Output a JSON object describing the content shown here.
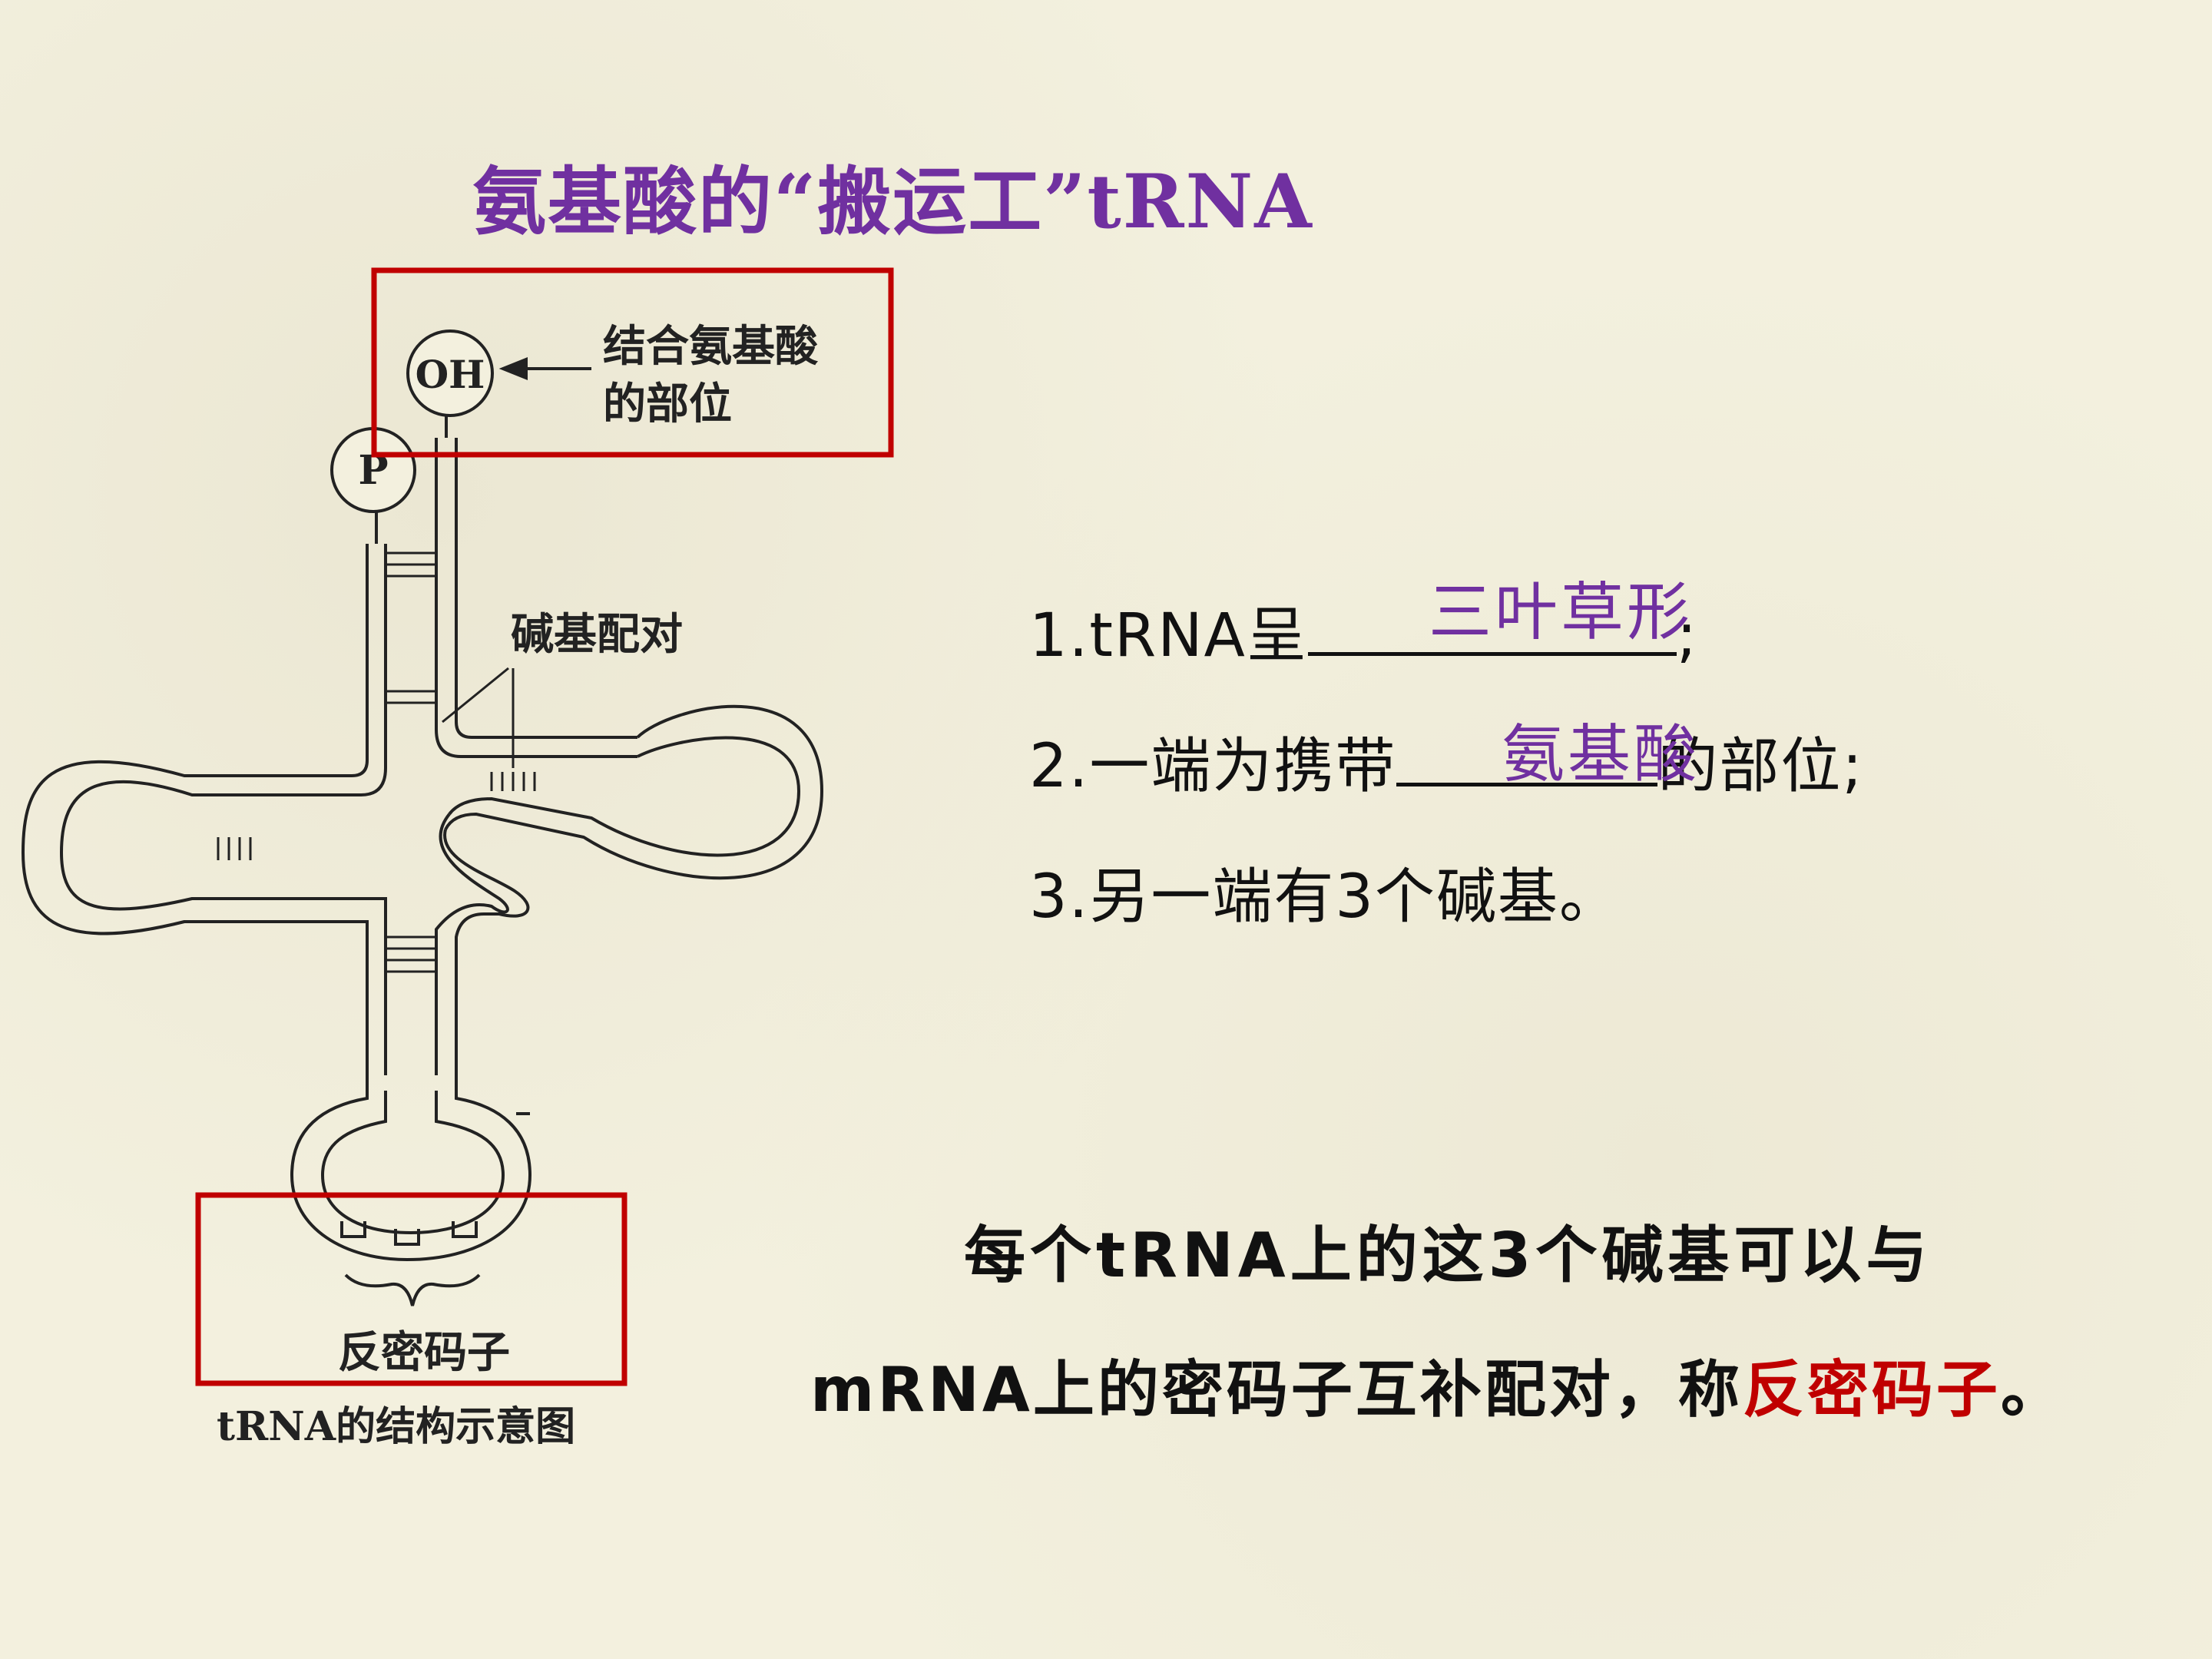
{
  "title": "氨基酸的“搬运工”tRNA",
  "diagram": {
    "oh_label": "OH",
    "p_label": "P",
    "binding_site_label_line1": "结合氨基酸",
    "binding_site_label_line2": "的部位",
    "base_pairing_label": "碱基配对",
    "anticodon_label": "反密码子",
    "caption": "tRNA的结构示意图",
    "highlight_color": "#c00000"
  },
  "questions": [
    {
      "prefix": "1.tRNA呈",
      "answer": "三叶草形",
      "suffix": ";"
    },
    {
      "prefix": "2.一端为携带",
      "answer": "氨基酸",
      "suffix": "的部位;"
    },
    {
      "text": "3.另一端有3个碱基。"
    }
  ],
  "note": {
    "line1": "每个tRNA上的这3个碱基可以与",
    "line2_prefix": "mRNA上的密码子互补配对，称",
    "line2_highlight": "反密码子",
    "line2_suffix": "。"
  },
  "colors": {
    "title": "#7030a0",
    "answer": "#7030a0",
    "highlight": "#c00000"
  }
}
